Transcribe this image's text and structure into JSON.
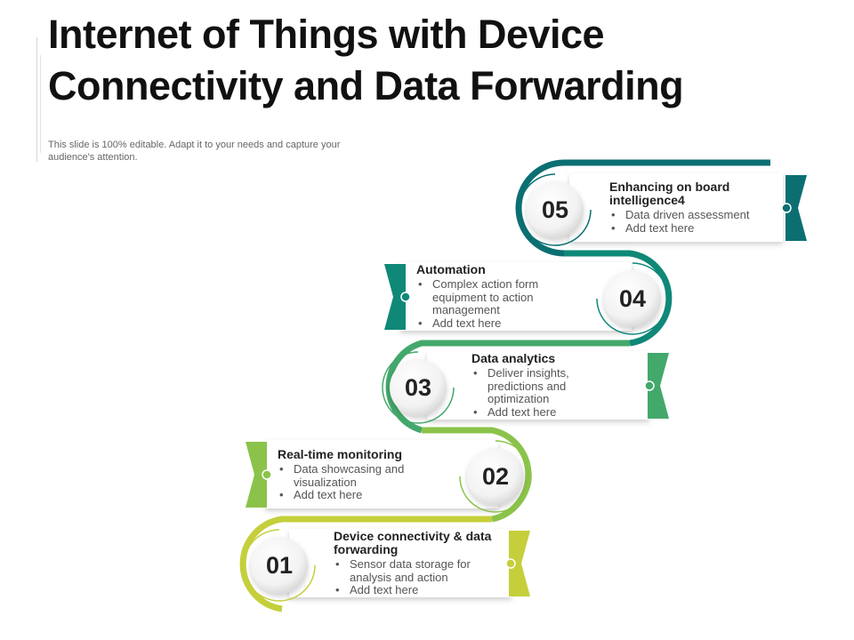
{
  "title": "Internet of Things with Device Connectivity and Data Forwarding",
  "subtitle": "This slide is 100% editable. Adapt it to your needs and capture your audience's attention.",
  "colors": {
    "step01": "#c5cf3b",
    "step02": "#8bc34a",
    "step03": "#43a86b",
    "step04": "#0f8878",
    "step05": "#0b6f72"
  },
  "steps": [
    {
      "number": "01",
      "title": "Device connectivity & data forwarding",
      "bullets": [
        "Sensor data storage for analysis and action",
        "Add text here"
      ]
    },
    {
      "number": "02",
      "title": "Real-time monitoring",
      "bullets": [
        "Data showcasing and visualization",
        "Add text here"
      ]
    },
    {
      "number": "03",
      "title": "Data analytics",
      "bullets": [
        "Deliver insights, predictions and optimization",
        "Add text here"
      ]
    },
    {
      "number": "04",
      "title": "Automation",
      "bullets": [
        "Complex action form equipment to action management",
        "Add text here"
      ]
    },
    {
      "number": "05",
      "title": "Enhancing on board intelligence4",
      "bullets": [
        "Data driven assessment",
        "Add text here"
      ]
    }
  ]
}
